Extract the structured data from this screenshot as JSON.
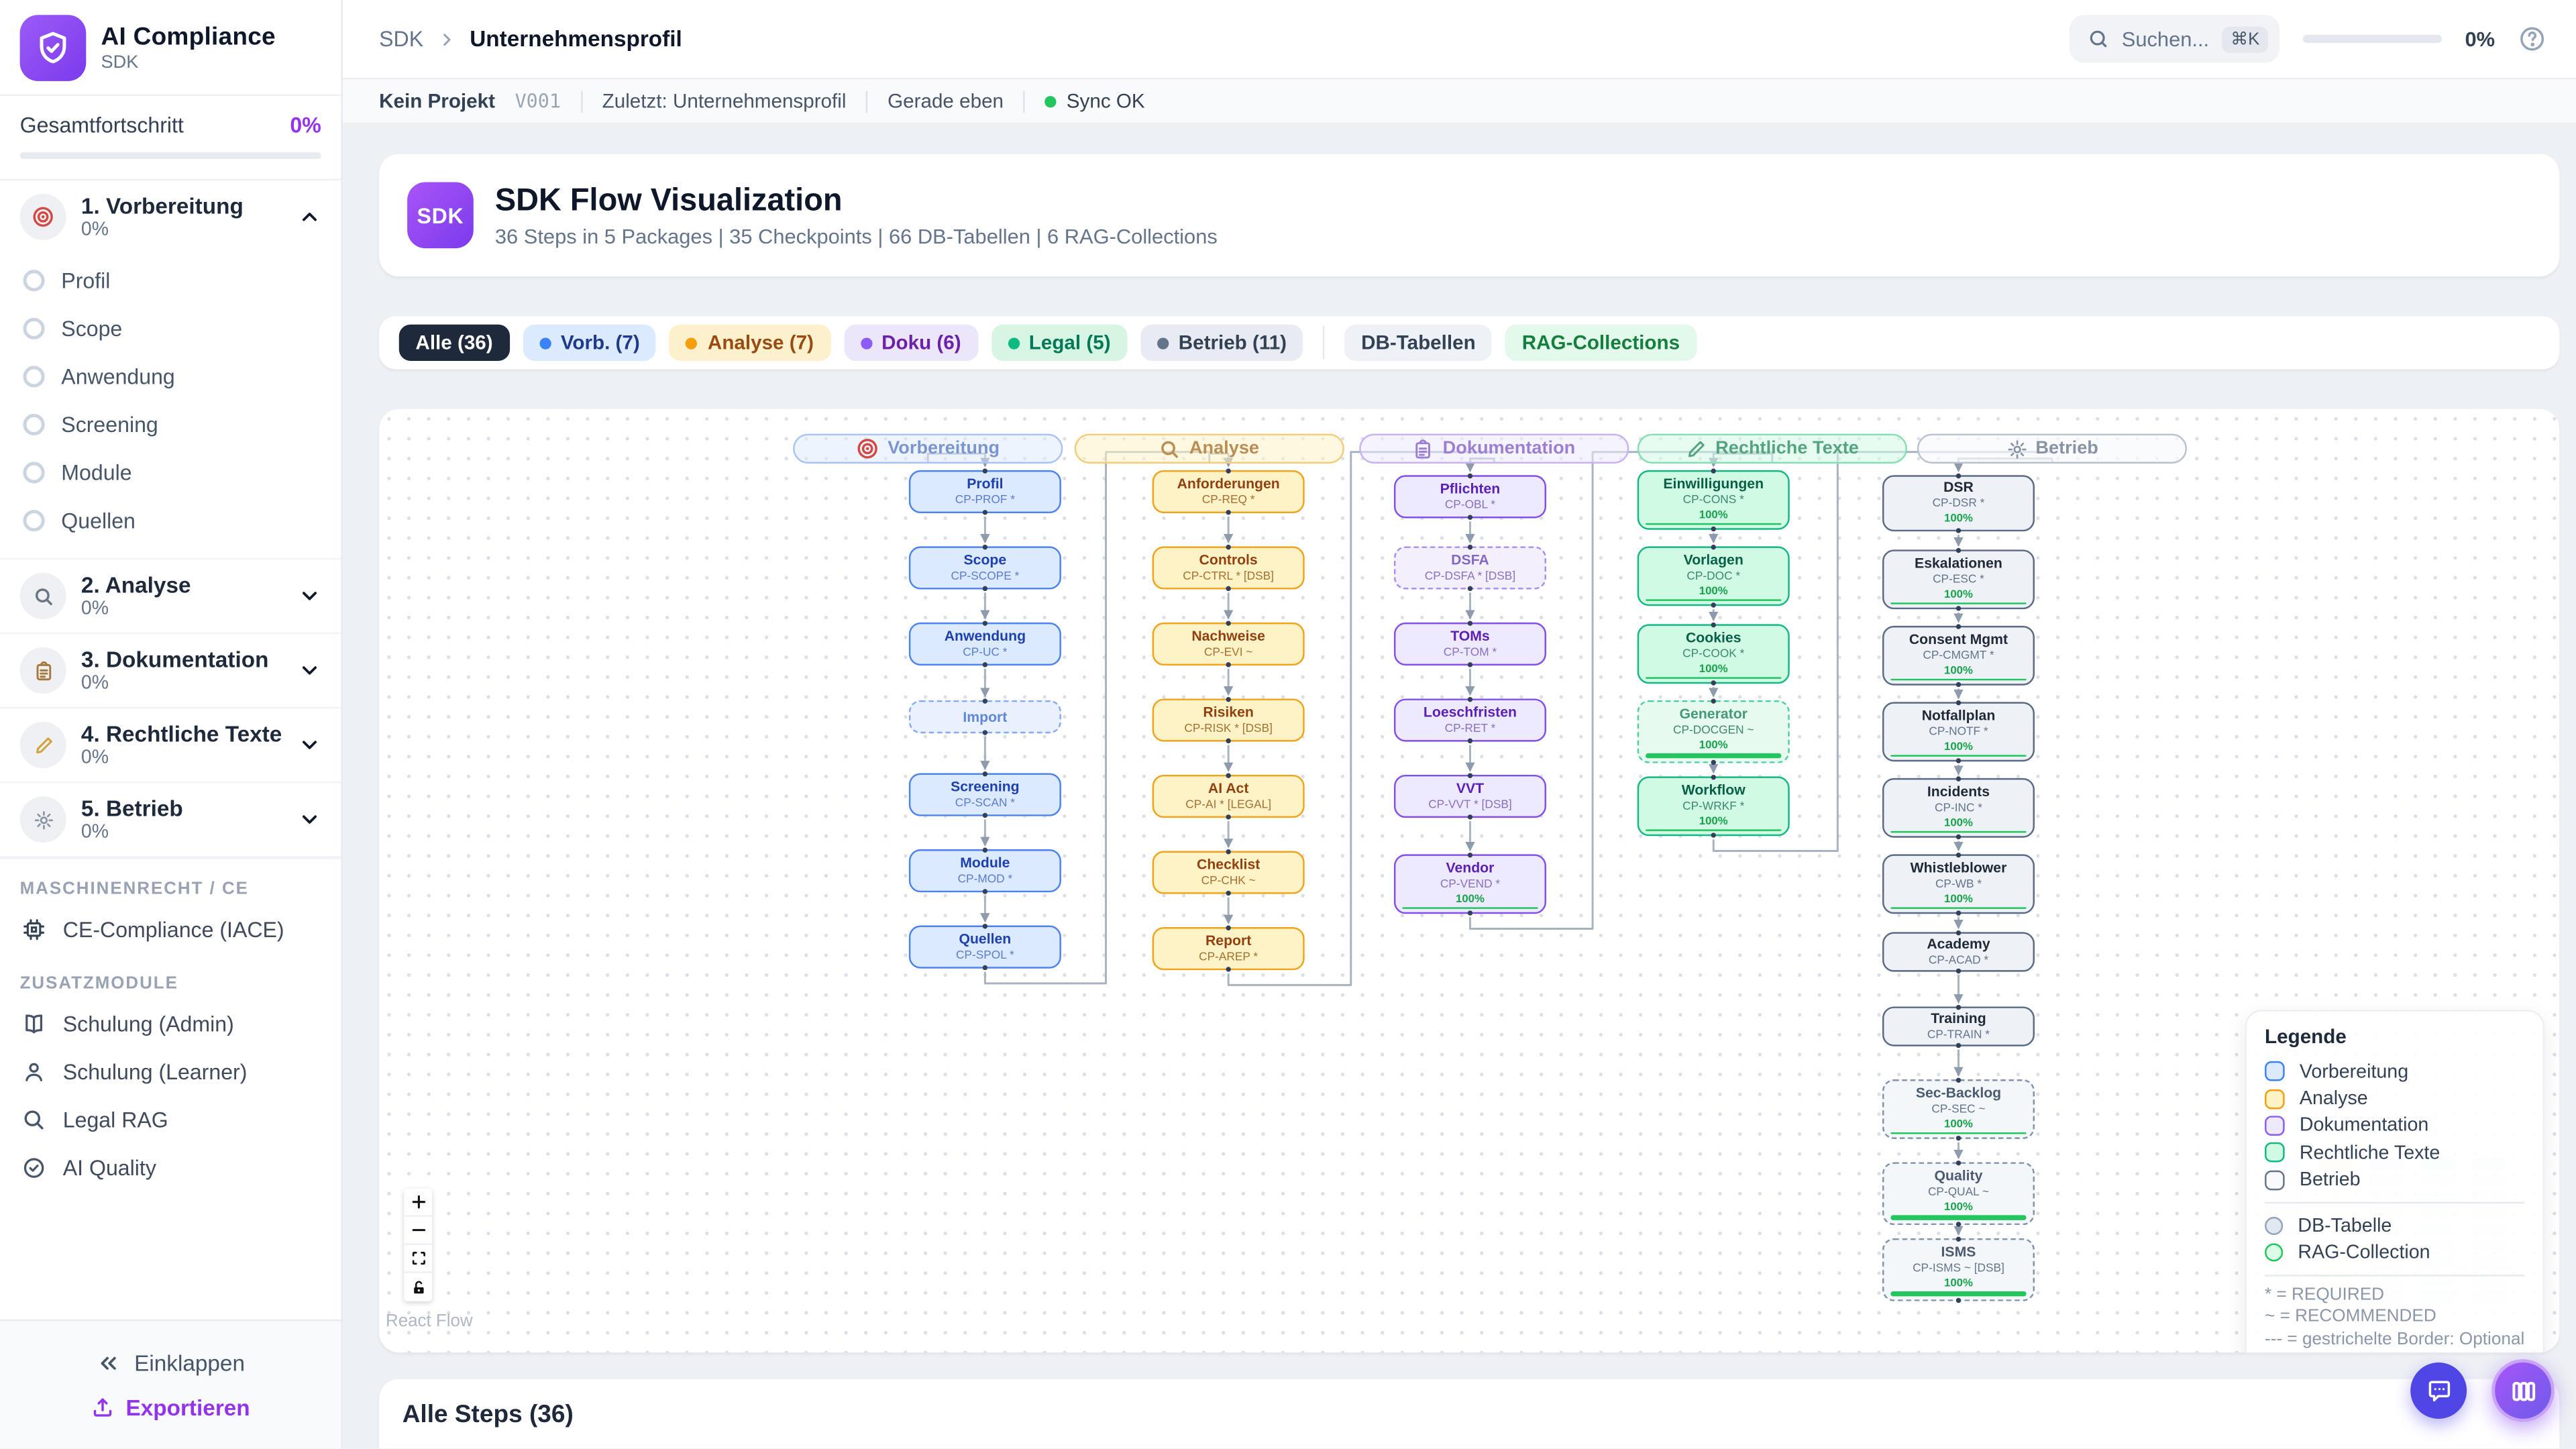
{
  "app": {
    "title": "AI Compliance",
    "subtitle": "SDK"
  },
  "sidebar": {
    "progress_label": "Gesamtfortschritt",
    "progress_value": "0%",
    "sections": [
      {
        "label": "1. Vorbereitung",
        "pct": "0%",
        "icon": "target-icon",
        "expanded": true,
        "items": [
          "Profil",
          "Scope",
          "Anwendung",
          "Screening",
          "Module",
          "Quellen"
        ]
      },
      {
        "label": "2. Analyse",
        "pct": "0%",
        "icon": "magnifier-icon",
        "expanded": false,
        "items": []
      },
      {
        "label": "3. Dokumentation",
        "pct": "0%",
        "icon": "clipboard-icon",
        "expanded": false,
        "items": []
      },
      {
        "label": "4. Rechtliche Texte",
        "pct": "0%",
        "icon": "memo-icon",
        "expanded": false,
        "items": []
      },
      {
        "label": "5. Betrieb",
        "pct": "0%",
        "icon": "gear-icon",
        "expanded": false,
        "items": []
      }
    ],
    "group1_label": "MASCHINENRECHT / CE",
    "group1_items": [
      {
        "label": "CE-Compliance (IACE)",
        "icon": "cpu-icon"
      }
    ],
    "group2_label": "ZUSATZMODULE",
    "group2_items": [
      {
        "label": "Schulung (Admin)",
        "icon": "book-icon"
      },
      {
        "label": "Schulung (Learner)",
        "icon": "person-icon"
      },
      {
        "label": "Legal RAG",
        "icon": "search-icon"
      },
      {
        "label": "AI Quality",
        "icon": "check-circle-icon"
      }
    ],
    "collapse_label": "Einklappen",
    "export_label": "Exportieren"
  },
  "header": {
    "breadcrumb": [
      "SDK",
      "Unternehmensprofil"
    ],
    "search_placeholder": "Suchen...",
    "search_kbd": "⌘K",
    "progress_value": "0%"
  },
  "statusbar": {
    "project": "Kein Projekt",
    "version": "V001",
    "last": "Zuletzt: Unternehmensprofil",
    "time": "Gerade eben",
    "sync": "Sync OK"
  },
  "hero": {
    "badge": "SDK",
    "title": "SDK Flow Visualization",
    "subtitle": "36 Steps in 5 Packages | 35 Checkpoints | 66 DB-Tabellen | 6 RAG-Collections"
  },
  "filters": {
    "chips": [
      {
        "label": "Alle (36)",
        "bg": "#1e293b",
        "fg": "#ffffff",
        "dot": "",
        "selected": true
      },
      {
        "label": "Vorb. (7)",
        "bg": "#dbeafe",
        "fg": "#1e3a8a",
        "dot": "#3b82f6"
      },
      {
        "label": "Analyse (7)",
        "bg": "#fdf0cd",
        "fg": "#9a4b12",
        "dot": "#f59e0b"
      },
      {
        "label": "Doku (6)",
        "bg": "#ece6fb",
        "fg": "#6b21a8",
        "dot": "#8b5cf6"
      },
      {
        "label": "Legal (5)",
        "bg": "#d6f5e3",
        "fg": "#047857",
        "dot": "#10b981"
      },
      {
        "label": "Betrieb (11)",
        "bg": "#e8ecf2",
        "fg": "#334155",
        "dot": "#64748b"
      }
    ],
    "extra_chips": [
      {
        "label": "DB-Tabellen",
        "bg": "#eef1f6",
        "fg": "#334155"
      },
      {
        "label": "RAG-Collections",
        "bg": "#e3f9ec",
        "fg": "#15803d"
      }
    ]
  },
  "flow": {
    "groups": [
      {
        "label": "Vorbereitung",
        "icon": "target-icon",
        "theme": "blue",
        "nodes": [
          {
            "title": "Profil",
            "code": "CP-PROF *"
          },
          {
            "title": "Scope",
            "code": "CP-SCOPE *"
          },
          {
            "title": "Anwendung",
            "code": "CP-UC *"
          },
          {
            "title": "Import",
            "code": "",
            "dashed": true
          },
          {
            "title": "Screening",
            "code": "CP-SCAN *"
          },
          {
            "title": "Module",
            "code": "CP-MOD *"
          },
          {
            "title": "Quellen",
            "code": "CP-SPOL *"
          }
        ]
      },
      {
        "label": "Analyse",
        "icon": "magnifier-icon",
        "theme": "amber",
        "nodes": [
          {
            "title": "Anforderungen",
            "code": "CP-REQ *"
          },
          {
            "title": "Controls",
            "code": "CP-CTRL * [DSB]"
          },
          {
            "title": "Nachweise",
            "code": "CP-EVI ~"
          },
          {
            "title": "Risiken",
            "code": "CP-RISK * [DSB]"
          },
          {
            "title": "AI Act",
            "code": "CP-AI * [LEGAL]"
          },
          {
            "title": "Checklist",
            "code": "CP-CHK ~"
          },
          {
            "title": "Report",
            "code": "CP-AREP *"
          }
        ]
      },
      {
        "label": "Dokumentation",
        "icon": "clipboard-icon",
        "theme": "purple",
        "nodes": [
          {
            "title": "Pflichten",
            "code": "CP-OBL *"
          },
          {
            "title": "DSFA",
            "code": "CP-DSFA * [DSB]",
            "dashed": true
          },
          {
            "title": "TOMs",
            "code": "CP-TOM *"
          },
          {
            "title": "Loeschfristen",
            "code": "CP-RET *"
          },
          {
            "title": "VVT",
            "code": "CP-VVT * [DSB]"
          },
          {
            "title": "Vendor",
            "code": "CP-VEND *",
            "progress": "100%"
          }
        ]
      },
      {
        "label": "Rechtliche Texte",
        "icon": "memo-icon",
        "theme": "green",
        "nodes": [
          {
            "title": "Einwilligungen",
            "code": "CP-CONS *",
            "progress": "100%"
          },
          {
            "title": "Vorlagen",
            "code": "CP-DOC *",
            "progress": "100%"
          },
          {
            "title": "Cookies",
            "code": "CP-COOK *",
            "progress": "100%"
          },
          {
            "title": "Generator",
            "code": "CP-DOCGEN ~",
            "progress": "100%",
            "dashed": true
          },
          {
            "title": "Workflow",
            "code": "CP-WRKF *",
            "progress": "100%"
          }
        ]
      },
      {
        "label": "Betrieb",
        "icon": "gear-icon",
        "theme": "gray",
        "nodes": [
          {
            "title": "DSR",
            "code": "CP-DSR *",
            "progress": "100%"
          },
          {
            "title": "Eskalationen",
            "code": "CP-ESC *",
            "progress": "100%"
          },
          {
            "title": "Consent Mgmt",
            "code": "CP-CMGMT *",
            "progress": "100%"
          },
          {
            "title": "Notfallplan",
            "code": "CP-NOTF *",
            "progress": "100%"
          },
          {
            "title": "Incidents",
            "code": "CP-INC *",
            "progress": "100%"
          },
          {
            "title": "Whistleblower",
            "code": "CP-WB *",
            "progress": "100%"
          },
          {
            "title": "Academy",
            "code": "CP-ACAD *"
          },
          {
            "title": "Training",
            "code": "CP-TRAIN *"
          },
          {
            "title": "Sec-Backlog",
            "code": "CP-SEC ~",
            "progress": "100%",
            "dashed": true
          },
          {
            "title": "Quality",
            "code": "CP-QUAL ~",
            "progress": "100%",
            "dashed": true
          },
          {
            "title": "ISMS",
            "code": "CP-ISMS ~ [DSB]",
            "progress": "100%",
            "dashed": true
          }
        ]
      }
    ]
  },
  "legend": {
    "title": "Legende",
    "packages": [
      {
        "label": "Vorbereitung",
        "border": "#3b82f6",
        "fill": "#dbeafe"
      },
      {
        "label": "Analyse",
        "border": "#f59e0b",
        "fill": "#fef3c7"
      },
      {
        "label": "Dokumentation",
        "border": "#8b5cf6",
        "fill": "#ede9fe"
      },
      {
        "label": "Rechtliche Texte",
        "border": "#10b981",
        "fill": "#d1fae5"
      },
      {
        "label": "Betrieb",
        "border": "#64748b",
        "fill": "#f8fafc"
      }
    ],
    "circles": [
      {
        "label": "DB-Tabelle",
        "border": "#94a3b8",
        "fill": "#e2e8f0"
      },
      {
        "label": "RAG-Collection",
        "border": "#22c55e",
        "fill": "#dcfce7"
      }
    ],
    "notes": [
      "* = REQUIRED",
      "~ = RECOMMENDED",
      "--- = gestrichelte Border: Optional"
    ]
  },
  "flow_controls": {
    "attribution": "React Flow"
  },
  "steps_panel": {
    "title": "Alle Steps (36)"
  },
  "colors": {
    "accent": "#7c3aed",
    "progress_green": "#22c55e",
    "sync_green": "#22c55e"
  }
}
